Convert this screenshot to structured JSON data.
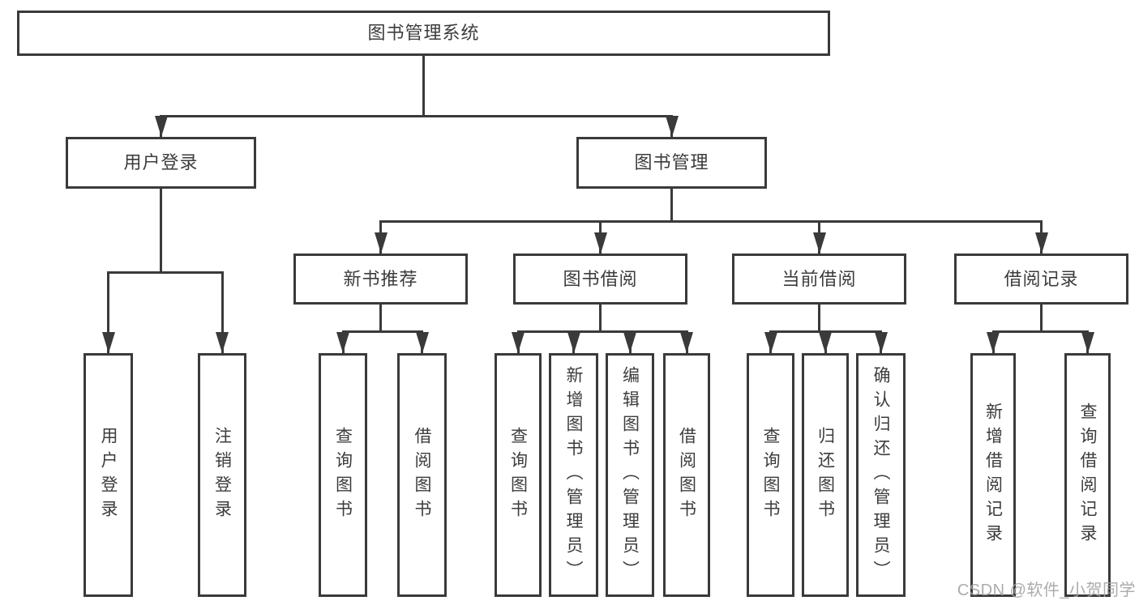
{
  "diagram": {
    "type": "hierarchy-tree",
    "title": "图书管理系统"
  },
  "nodes": {
    "root": {
      "label": "图书管理系统",
      "level": 1,
      "parent": null
    },
    "user_login": {
      "label": "用户登录",
      "level": 2,
      "parent": "root"
    },
    "book_mgmt": {
      "label": "图书管理",
      "level": 2,
      "parent": "root"
    },
    "new_book_rec": {
      "label": "新书推荐",
      "level": 3,
      "parent": "book_mgmt"
    },
    "book_borrow": {
      "label": "图书借阅",
      "level": 3,
      "parent": "book_mgmt"
    },
    "current_borrow": {
      "label": "当前借阅",
      "level": 3,
      "parent": "book_mgmt"
    },
    "borrow_record": {
      "label": "借阅记录",
      "level": 3,
      "parent": "book_mgmt"
    },
    "leaf_user_login": {
      "label": "用户登录",
      "level": 4,
      "parent": "user_login"
    },
    "leaf_logout": {
      "label": "注销登录",
      "level": 4,
      "parent": "user_login"
    },
    "nbr_query_book": {
      "label": "查询图书",
      "level": 4,
      "parent": "new_book_rec"
    },
    "nbr_borrow_book": {
      "label": "借阅图书",
      "level": 4,
      "parent": "new_book_rec"
    },
    "bb_query_book": {
      "label": "查询图书",
      "level": 4,
      "parent": "book_borrow"
    },
    "bb_add_book": {
      "label": "新增图书（管理员）",
      "level": 4,
      "parent": "book_borrow"
    },
    "bb_edit_book": {
      "label": "编辑图书（管理员）",
      "level": 4,
      "parent": "book_borrow"
    },
    "bb_borrow_book": {
      "label": "借阅图书",
      "level": 4,
      "parent": "book_borrow"
    },
    "cb_query_book": {
      "label": "查询图书",
      "level": 4,
      "parent": "current_borrow"
    },
    "cb_return_book": {
      "label": "归还图书",
      "level": 4,
      "parent": "current_borrow"
    },
    "cb_confirm_return": {
      "label": "确认归还（管理员）",
      "level": 4,
      "parent": "current_borrow"
    },
    "br_add_record": {
      "label": "新增借阅记录",
      "level": 4,
      "parent": "borrow_record"
    },
    "br_query_record": {
      "label": "查询借阅记录",
      "level": 4,
      "parent": "borrow_record"
    }
  },
  "watermark": {
    "text": "CSDN @软件_小贺同学"
  },
  "colors": {
    "line": "#3a3a3a",
    "text": "#3c3c3c",
    "background": "#ffffff",
    "watermark": "#a3a3a3"
  }
}
